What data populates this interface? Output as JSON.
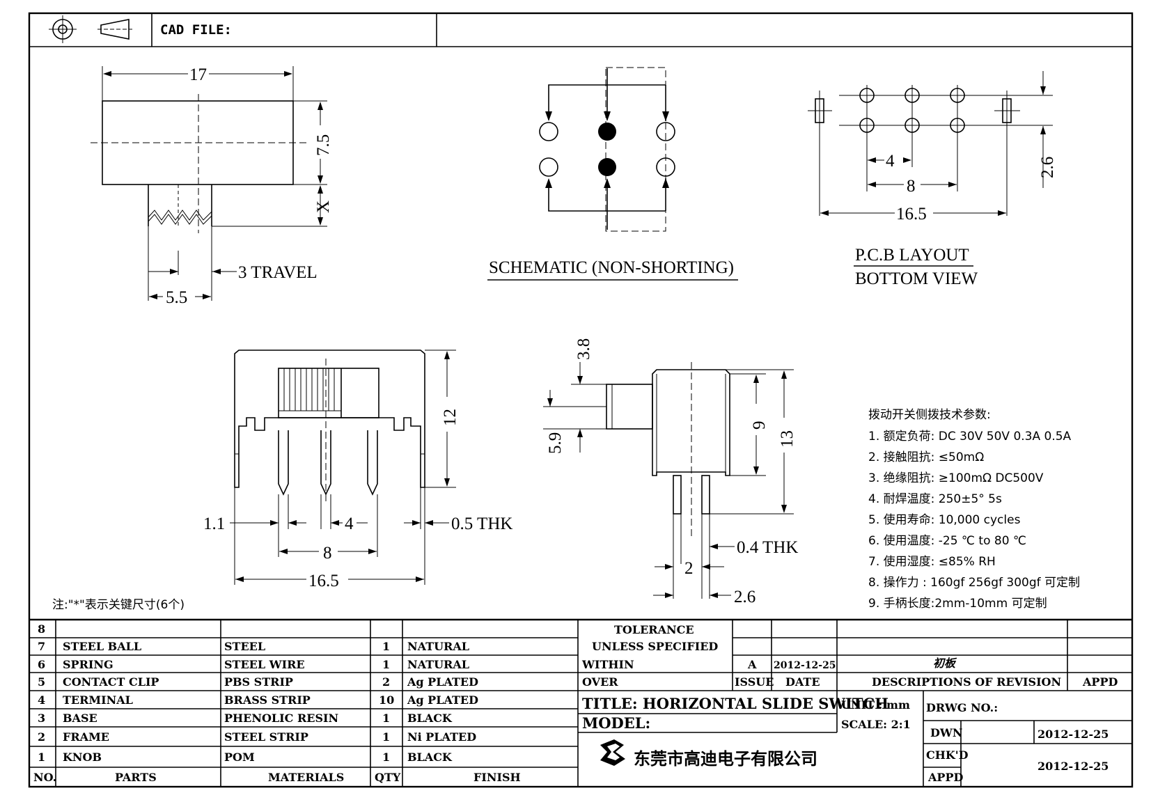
{
  "header": {
    "cad_file_label": "CAD FILE:"
  },
  "views": {
    "top": {
      "dim_length": "17",
      "dim_height": "7.5",
      "dim_x": "X",
      "dim_travel": "3 TRAVEL",
      "dim_knob": "5.5"
    },
    "schematic": {
      "title": "SCHEMATIC (NON-SHORTING)"
    },
    "pcb": {
      "title_line1": "P.C.B LAYOUT",
      "title_line2": "BOTTOM VIEW",
      "dim_pitch": "4",
      "dim_span": "8",
      "dim_total": "16.5",
      "dim_row": "2.6"
    },
    "front": {
      "dim_height": "12",
      "dim_leg": "1.1",
      "dim_pitch": "4",
      "dim_thk": "0.5 THK",
      "dim_span": "8",
      "dim_total": "16.5"
    },
    "side": {
      "dim_knob_w": "3.8",
      "dim_knob_h": "5.9",
      "dim_body": "9",
      "dim_total": "13",
      "dim_thk": "0.4 THK",
      "dim_pitch": "2",
      "dim_outer": "2.6"
    },
    "note": "注:\"*\"表示关键尺寸(6个)"
  },
  "specs": {
    "title": "拨动开关侧拨技术参数:",
    "items": [
      "1.  额定负荷: DC 30V    50V    0.3A    0.5A",
      "2.  接触阻抗: ≤50mΩ",
      "3.  绝缘阻抗: ≥100mΩ  DC500V",
      "4.  耐焊温度: 250±5°  5s",
      "5.  使用寿命: 10,000 cycles",
      "6.  使用温度: -25 ℃  to 80 ℃",
      "7.  使用湿度: ≤85% RH",
      "8.  操作力 : 160gf   256gf   300gf  可定制",
      "9.  手柄长度:2mm-10mm  可定制"
    ]
  },
  "bom": {
    "headers": [
      "NO.",
      "PARTS",
      "MATERIALS",
      "QTY",
      "FINISH"
    ],
    "rows": [
      [
        "8",
        "",
        "",
        "",
        ""
      ],
      [
        "7",
        "STEEL BALL",
        "STEEL",
        "1",
        "NATURAL"
      ],
      [
        "6",
        "SPRING",
        "STEEL WIRE",
        "1",
        "NATURAL"
      ],
      [
        "5",
        "CONTACT CLIP",
        "PBS STRIP",
        "2",
        "Ag PLATED"
      ],
      [
        "4",
        "TERMINAL",
        "BRASS STRIP",
        "10",
        "Ag PLATED"
      ],
      [
        "3",
        "BASE",
        "PHENOLIC RESIN",
        "1",
        "BLACK"
      ],
      [
        "2",
        "FRAME",
        "STEEL STRIP",
        "1",
        "Ni PLATED"
      ],
      [
        "1",
        "KNOB",
        "POM",
        "1",
        "BLACK"
      ]
    ]
  },
  "titleblock": {
    "tolerance": "TOLERANCE",
    "unless": "UNLESS  SPECIFIED",
    "within": "WITHIN",
    "over": "OVER",
    "issue_value": "A",
    "date_value": "2012-12-25",
    "revision_note": "初板",
    "issue_label": "ISSUE",
    "date_label": "DATE",
    "desc_label": "DESCRIPTIONS OF REVISION",
    "appd_label": "APPD",
    "title": "TITLE: HORIZONTAL SLIDE SWITCH",
    "unit": "UNIT : mm",
    "drwg_no": "DRWG NO.:",
    "model": "MODEL:",
    "scale": "SCALE: 2:1",
    "dwn": "DWN",
    "dwn_date": "2012-12-25",
    "chkd": "CHK'D",
    "chkd_date": "2012-12-25",
    "appd": "APPD",
    "company": "东莞市高迪电子有限公司"
  }
}
